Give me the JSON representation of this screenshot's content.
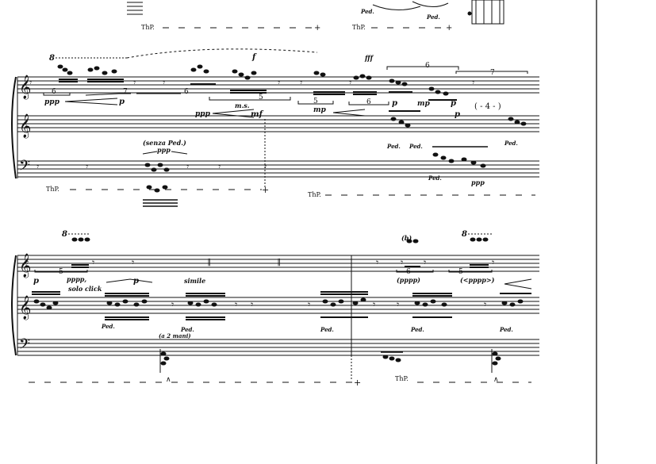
{
  "markings": {
    "top_thp_left": "ThP.",
    "top_thp_right": "ThP.",
    "top_ped_1": "Ped.",
    "top_ped_2": "Ped.",
    "ottava_1": "8",
    "ottava_2": "8",
    "ottava_3": "8",
    "sys1": {
      "tuplet_6a": "6",
      "tuplet_7a": "7",
      "tuplet_6b": "6",
      "tuplet_5a": "5",
      "tuplet_5b": "5",
      "tuplet_6c": "6",
      "tuplet_6d": "6",
      "tuplet_7b": "7",
      "tuplet_4": "( - 4 - )",
      "dyn_ppp_1": "ppp",
      "dyn_p_1": "p",
      "dyn_ppp_2": "ppp",
      "dyn_ms": "m.s.",
      "dyn_mf": "mf",
      "dyn_f": "f",
      "dyn_fff": "fff",
      "dyn_mp_1": "mp",
      "dyn_p_2": "p",
      "dyn_mp_2": "mp",
      "dyn_p_3": "p",
      "dyn_p_4": "p",
      "dyn_ppp_3": "ppp",
      "dyn_pp_bass": "ppp",
      "senza_ped": "(senza Ped.)",
      "ped_a": "Ped.",
      "ped_b": "Ped.",
      "ped_c": "Ped.",
      "ped_d": "Ped.",
      "thp_a": "ThP.",
      "thp_b": "ThP."
    },
    "sys2": {
      "tuplet_5": "5",
      "tuplet_6": "6",
      "tuplet_5b": "5",
      "dyn_p": "p",
      "dyn_pppp": "pppp,",
      "solo_click": "solo click",
      "dyn_p2": "p",
      "simile": "simile",
      "b_paren": "(b)",
      "pppp_paren": "(pppp)",
      "pppp_paren2": "(<pppp>)",
      "ped_1": "Ped.",
      "ped_2": "Ped.",
      "ped_3": "Ped.",
      "ped_4": "Ped.",
      "ped_5": "Ped.",
      "a2mani": "(a 2 mani)",
      "thp": "ThP.",
      "accent_1": "∧",
      "accent_2": "∧"
    }
  }
}
